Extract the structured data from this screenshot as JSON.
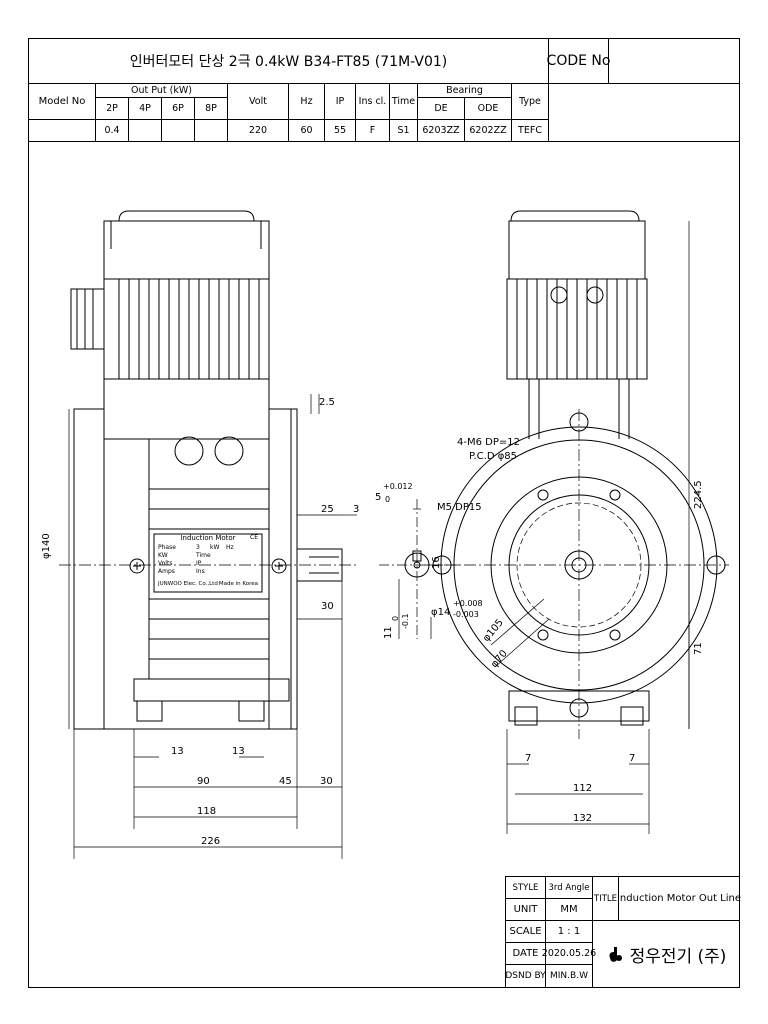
{
  "header": {
    "title": "인버터모터 단상 2극 0.4kW B34-FT85 (71M-V01)",
    "code_label": "CODE No",
    "code_value": ""
  },
  "spec_table": {
    "model_no_label": "Model No",
    "output_label": "Out Put (kW)",
    "poles": [
      "2P",
      "4P",
      "6P",
      "8P"
    ],
    "volt_label": "Volt",
    "hz_label": "Hz",
    "ip_label": "IP",
    "ins_label": "Ins cl.",
    "time_label": "Time",
    "bearing_label": "Bearing",
    "de_label": "DE",
    "ode_label": "ODE",
    "type_label": "Type",
    "row": {
      "model_no": "",
      "p2": "0.4",
      "p4": "",
      "p6": "",
      "p8": "",
      "volt": "220",
      "hz": "60",
      "ip": "55",
      "ins": "F",
      "time": "S1",
      "de": "6203ZZ",
      "ode": "6202ZZ",
      "type": "TEFC"
    }
  },
  "drawing": {
    "dims_side": {
      "d140": "φ140",
      "d2_5": "2.5",
      "d25": "25",
      "d3": "3",
      "d30_shaft": "30",
      "d13_left": "13",
      "d13_right": "13",
      "d90": "90",
      "d45": "45",
      "d30_bottom": "30",
      "d118": "118",
      "d226": "226"
    },
    "dims_shaft": {
      "key_width": "5",
      "key_tol_upper": "+0.012",
      "key_tol_lower": "0",
      "tap": "M5 DP15",
      "key_height": "16",
      "shaft_dia": "φ14",
      "shaft_tol_upper": "+0.008",
      "shaft_tol_lower": "-0.003",
      "d11": "11",
      "d11_tol_upper": "0",
      "d11_tol_lower": "-0.1"
    },
    "dims_front": {
      "holes": "4-M6 DP=12",
      "pcd": "P.C.D φ85",
      "d105": "φ105",
      "d70": "φ70",
      "d224_5": "224.5",
      "d71": "71",
      "d7_left": "7",
      "d7_right": "7",
      "d112": "112",
      "d132": "132"
    },
    "nameplate": {
      "title": "Induction Motor",
      "ce": "CE",
      "company_line": "JUNWOO Elec. Co.,Ltd",
      "made_in": "Made in Korea",
      "row_labels": [
        "Phase",
        "KW",
        "Volts",
        "Amps"
      ],
      "col_labels": [
        "3",
        "kW",
        "Hz"
      ],
      "mid_labels": [
        "Time",
        "IP",
        "Ins"
      ]
    }
  },
  "title_block": {
    "style_label": "STYLE",
    "style_value": "3rd Angle",
    "title_label": "TITLE",
    "title_value": "Induction Motor Out Line",
    "unit_label": "UNIT",
    "unit_value": "MM",
    "scale_label": "SCALE",
    "scale_value": "1 : 1",
    "date_label": "DATE",
    "date_value": "2020.05.26",
    "dsnd_label": "DSND BY",
    "dsnd_value": "MIN.B.W",
    "company": "정우전기 (주)"
  }
}
